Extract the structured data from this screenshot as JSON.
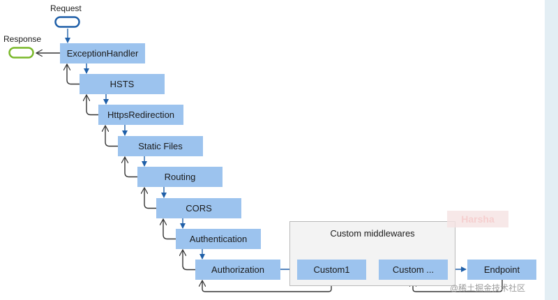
{
  "labels": {
    "request": "Request",
    "response": "Response"
  },
  "middlewares": [
    "ExceptionHandler",
    "HSTS",
    "HttpsRedirection",
    "Static Files",
    "Routing",
    "CORS",
    "Authentication",
    "Authorization"
  ],
  "custom_group": {
    "title": "Custom middlewares",
    "items": [
      "Custom1",
      "Custom ..."
    ]
  },
  "endpoint": "Endpoint",
  "watermark": {
    "logo": "Harsha",
    "text": "@稀土掘金技术社区"
  },
  "colors": {
    "node_fill": "#9cc3ee",
    "arrow": "#1f5fa8",
    "return_line": "#333333",
    "request_pill": "#1f5fa8",
    "response_pill": "#79b829"
  }
}
